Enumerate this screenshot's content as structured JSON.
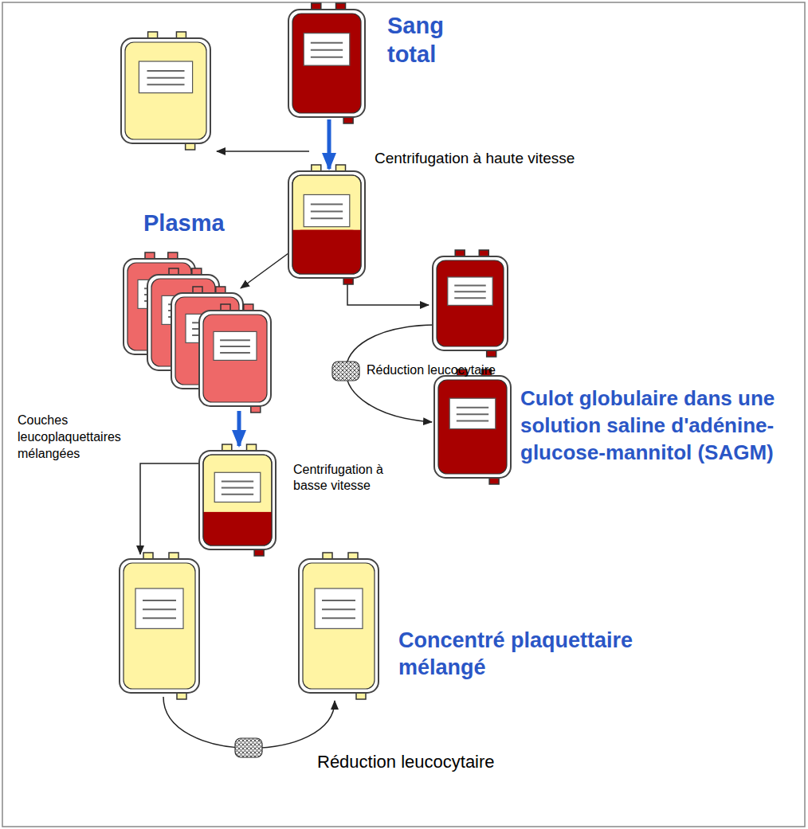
{
  "diagram": {
    "labels": [
      "Sang total",
      "Centrifugation à haute vitesse",
      "Plasma",
      "Réduction leucocytaire",
      "Culot globulaire dans une solution saline d'adénine-glucose-mannitol (SAGM)",
      "Couches leucoplaquettaires mélangées",
      "Centrifugation à basse vitesse",
      "Concentré plaquettaire mélangé",
      "Réduction leucocytaire"
    ]
  }
}
